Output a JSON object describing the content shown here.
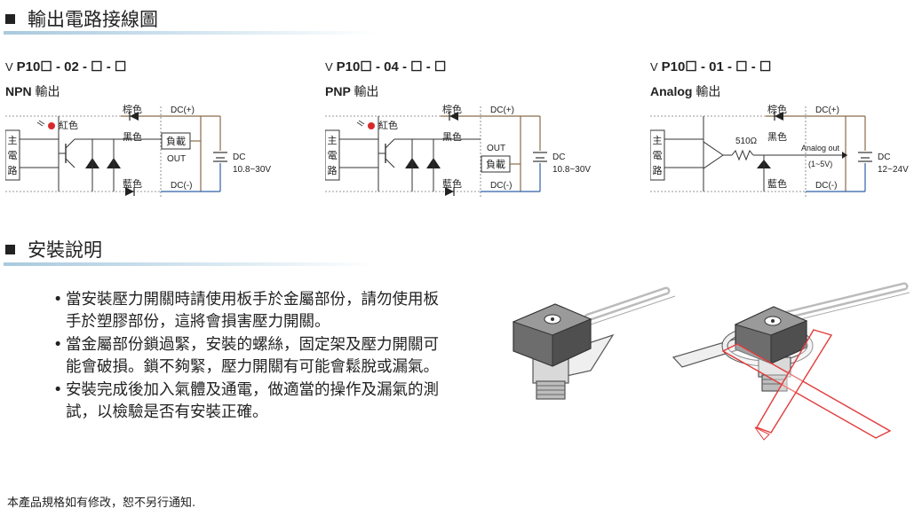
{
  "section1": {
    "title": "輸出電路接線圖"
  },
  "section2": {
    "title": "安裝說明"
  },
  "circuits": [
    {
      "model_prefix": "V",
      "model": "P10☐ - 02 - ☐ - ☐",
      "output_type": "NPN",
      "output_suffix": "輸出",
      "main_circuit": [
        "主",
        "電",
        "路"
      ],
      "led_label": "紅色",
      "wire_brown": "棕色",
      "wire_black": "黑色",
      "wire_blue": "藍色",
      "dc_plus": "DC(+)",
      "dc_minus": "DC(-)",
      "load": "負載",
      "out": "OUT",
      "dc": "DC",
      "voltage": "10.8~30V"
    },
    {
      "model_prefix": "V",
      "model": "P10☐ - 04 - ☐ - ☐",
      "output_type": "PNP",
      "output_suffix": "輸出",
      "main_circuit": [
        "主",
        "電",
        "路"
      ],
      "led_label": "紅色",
      "wire_brown": "棕色",
      "wire_black": "黑色",
      "wire_blue": "藍色",
      "dc_plus": "DC(+)",
      "dc_minus": "DC(-)",
      "load": "負載",
      "out": "OUT",
      "dc": "DC",
      "voltage": "10.8~30V"
    },
    {
      "model_prefix": "V",
      "model": "P10☐ - 01 - ☐ - ☐",
      "output_type": "Analog",
      "output_suffix": "輸出",
      "main_circuit": [
        "主",
        "電",
        "路"
      ],
      "resistor": "510Ω",
      "wire_brown": "棕色",
      "wire_black": "黑色",
      "wire_blue": "藍色",
      "dc_plus": "DC(+)",
      "dc_minus": "DC(-)",
      "analog_out": "Analog out",
      "analog_range": "(1~5V)",
      "dc": "DC",
      "voltage": "12~24V"
    }
  ],
  "install": {
    "items": [
      [
        "當安裝壓力開關時請使用板手於金屬部份，請勿使用板",
        "手於塑膠部份，這將會損害壓力開關。"
      ],
      [
        "當金屬部份鎖過緊，安裝的螺絲，固定架及壓力開關可",
        "能會破損。鎖不夠緊，壓力開關有可能會鬆脫或漏氣。"
      ],
      [
        "安裝完成後加入氣體及通電，做適當的操作及漏氣的測",
        "試，以檢驗是否有安裝正確。"
      ]
    ]
  },
  "footer": {
    "note": "本產品規格如有修改，恕不另行通知."
  },
  "colors": {
    "brown_wire": "#8a6a4a",
    "blue_wire": "#2f5fa8",
    "led_red": "#d62a2a",
    "cross": "#e23b3b"
  }
}
